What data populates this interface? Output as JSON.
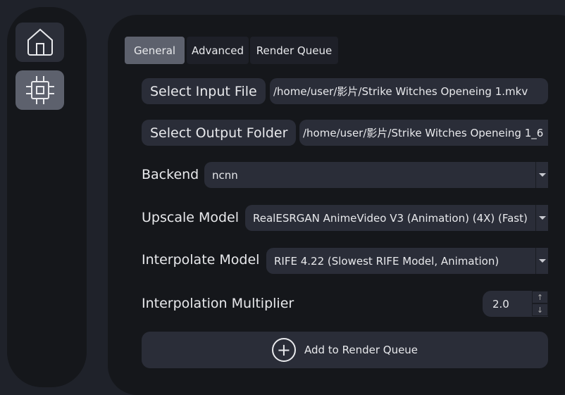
{
  "nav": {
    "items": [
      {
        "name": "home"
      },
      {
        "name": "chip"
      }
    ]
  },
  "tabs": [
    {
      "label": "General"
    },
    {
      "label": "Advanced"
    },
    {
      "label": "Render Queue"
    }
  ],
  "input": {
    "button": "Select Input File",
    "value": "/home/user/影片/Strike Witches Openeing 1.mkv"
  },
  "output": {
    "button": "Select Output Folder",
    "value": "/home/user/影片/Strike Witches Openeing 1_6"
  },
  "backend": {
    "label": "Backend",
    "value": "ncnn"
  },
  "upscale": {
    "label": "Upscale Model",
    "value": "RealESRGAN AnimeVideo V3 (Animation) (4X) (Fast)"
  },
  "interpolate": {
    "label": "Interpolate Model",
    "value": "RIFE 4.22 (Slowest RIFE Model, Animation)"
  },
  "multiplier": {
    "label": "Interpolation Multiplier",
    "value": "2.0",
    "up": "↑",
    "down": "↓"
  },
  "add": {
    "label": "Add to Render Queue",
    "icon": "+"
  }
}
